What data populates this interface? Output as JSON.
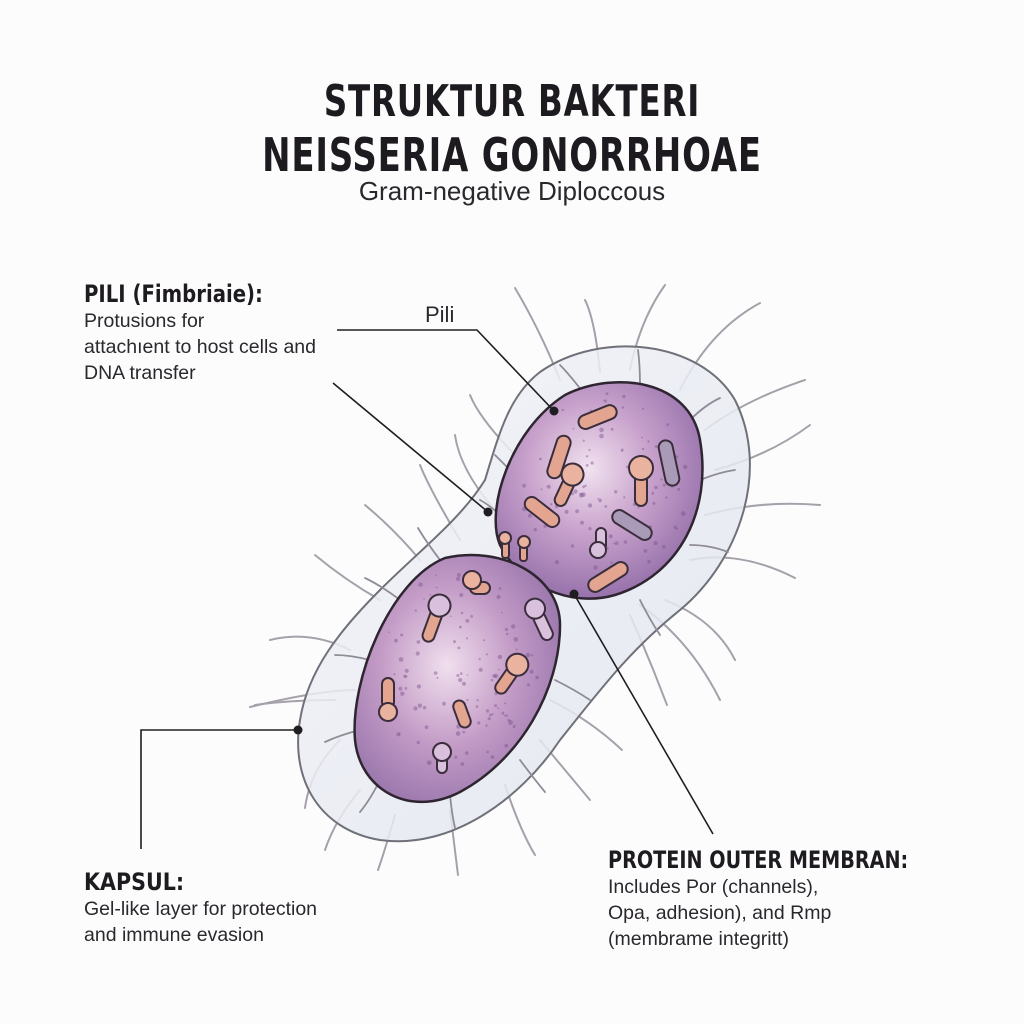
{
  "title": {
    "line1": "STRUKTUR BAKTERI",
    "line2": "NEISSERIA GONORRHOAE",
    "subtitle": "Gram-negative Diploccous"
  },
  "labels": {
    "pili": {
      "heading": "PILI (Fimbriaie):",
      "body": [
        "Protusions for",
        "attachıent to host cells and",
        "DNA transfer"
      ],
      "callout": "Pili"
    },
    "kapsul": {
      "heading": "KAPSUL:",
      "body": [
        "Gel-like layer for protection",
        "and immune evasion"
      ]
    },
    "protein_outer_membran": {
      "heading": "PROTEIN OUTER MEMBRAN:",
      "body": [
        "Includes Por (channels),",
        "Opa, adhesion), and Rmp",
        "(membrame integritt)"
      ]
    }
  },
  "illustration": {
    "subject": "diplococcus bacterium with capsule and pili",
    "colors": {
      "cell_fill": "#b58bbd",
      "cell_highlight": "#ead6ea",
      "cell_outline": "#2e2530",
      "capsule_fill": "#e9ecf3",
      "capsule_outline": "#6e6f78",
      "pili_stroke": "#9d9aa3",
      "protein_orange": "#e3a58f",
      "protein_purple": "#a99ab8",
      "leader_line": "#1e1e22"
    }
  }
}
